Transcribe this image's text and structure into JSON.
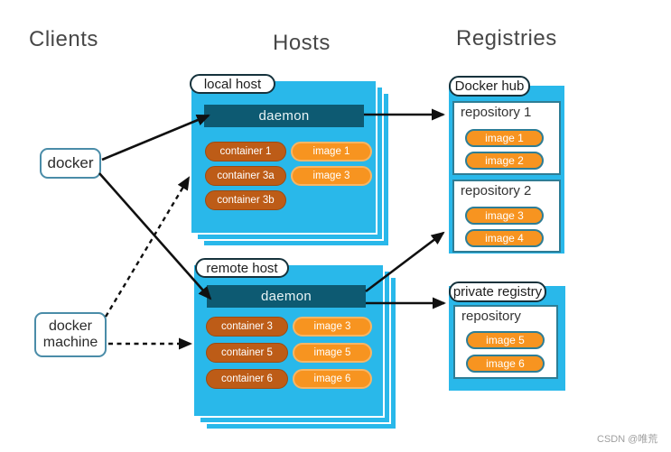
{
  "headers": {
    "clients": "Clients",
    "hosts": "Hosts",
    "registries": "Registries"
  },
  "clients": {
    "docker": "docker",
    "docker_machine": "docker machine"
  },
  "hosts": [
    {
      "label": "local host",
      "daemon": "daemon",
      "containers": [
        "container 1",
        "container 3a",
        "container 3b"
      ],
      "images": [
        "image 1",
        "image 3"
      ]
    },
    {
      "label": "remote host",
      "daemon": "daemon",
      "containers": [
        "container 3",
        "container 5",
        "container 6"
      ],
      "images": [
        "image 3",
        "image 5",
        "image 6"
      ]
    }
  ],
  "registries": [
    {
      "label": "Docker hub",
      "repositories": [
        {
          "name": "repository 1",
          "images": [
            "image 1",
            "image 2"
          ]
        },
        {
          "name": "repository 2",
          "images": [
            "image 3",
            "image 4"
          ]
        }
      ]
    },
    {
      "label": "private registry",
      "repositories": [
        {
          "name": "repository",
          "images": [
            "image 5",
            "image 6"
          ]
        }
      ]
    }
  ],
  "watermark": "CSDN @唯荒",
  "colors": {
    "host_fill": "#29b8ea",
    "daemon_fill": "#0d5a72",
    "container_fill": "#bd5c17",
    "image_fill": "#f79420",
    "repo_border": "#2e7d95",
    "arrow": "#101010"
  }
}
